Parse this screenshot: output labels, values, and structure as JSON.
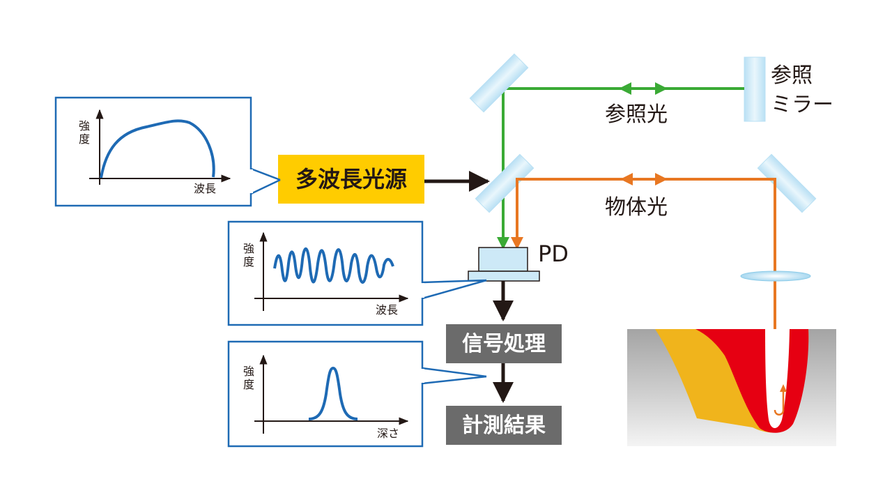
{
  "components": {
    "light_source": "多波長光源",
    "photodetector": "PD",
    "signal_processing": "信号処理",
    "measurement_result": "計測結果",
    "reference_mirror_line1": "参照",
    "reference_mirror_line2": "ミラー"
  },
  "beams": {
    "reference": "参照光",
    "object": "物体光"
  },
  "graphs": {
    "source_spectrum": {
      "ylabel": "強度",
      "xlabel": "波長"
    },
    "interference_spectrum": {
      "ylabel": "強度",
      "xlabel": "波長"
    },
    "depth_profile": {
      "ylabel": "強度",
      "xlabel": "深さ"
    }
  },
  "colors": {
    "source_box": "#ffcc00",
    "reference_beam": "#3aaa35",
    "object_beam": "#e87722",
    "graph_frame": "#1e6ab4",
    "graph_curve": "#1e6ab4",
    "process_box": "#6b6b6b",
    "mirror": "#cde9f7",
    "molten_red": "#e60012",
    "molten_yellow": "#f0b41c"
  }
}
